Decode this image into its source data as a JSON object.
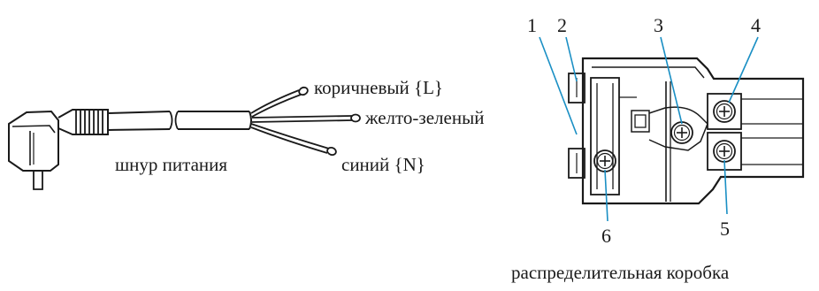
{
  "cord": {
    "wire_brown_label": "коричневый {L}",
    "wire_yellow_green_label": "желто-зеленый",
    "wire_blue_label": "синий {N}",
    "cord_label": "шнур питания"
  },
  "junction_box": {
    "label": "распределительная коробка",
    "callouts": [
      "1",
      "2",
      "3",
      "4",
      "5",
      "6"
    ]
  },
  "colors": {
    "line": "#1a1a1a",
    "leader_line": "#1a8fc4",
    "background": "#ffffff"
  },
  "icons": [
    "power-plug-icon",
    "screw-terminal-icon"
  ]
}
